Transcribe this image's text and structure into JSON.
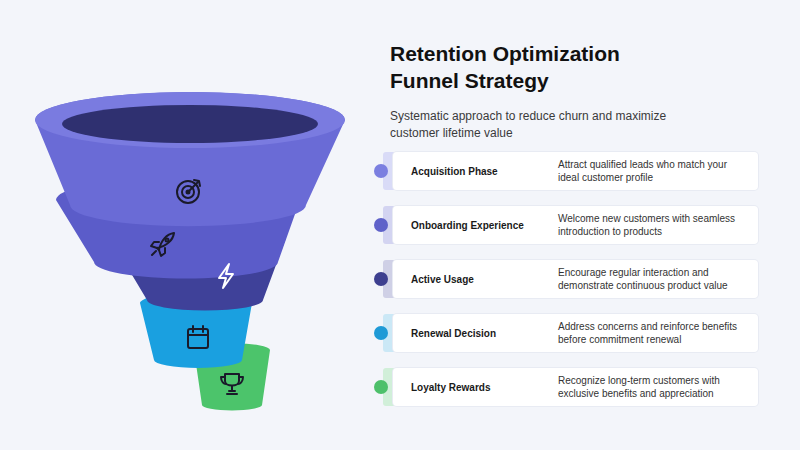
{
  "diagram": {
    "title": "Retention Optimization Funnel Strategy",
    "caption": "Systematic approach to reduce churn and maximize customer lifetime value",
    "nodes": [
      {
        "text": [
          "Acquisition Phase",
          "Attract qualified leads who match your ideal customer profile"
        ]
      },
      {
        "text": [
          "Onboarding Experience",
          "Welcome new customers with seamless introduction to products"
        ]
      },
      {
        "text": [
          "Active Usage",
          "Encourage regular interaction and demonstrate continuous product value"
        ]
      },
      {
        "text": [
          "Renewal Decision",
          "Address concerns and reinforce benefits before commitment renewal"
        ]
      },
      {
        "text": [
          "Loyalty Rewards",
          "Recognize long-term customers with exclusive benefits and appreciation"
        ]
      }
    ]
  }
}
